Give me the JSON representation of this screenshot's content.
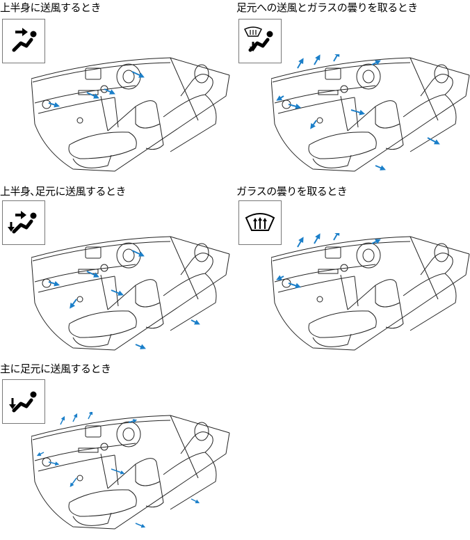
{
  "panels": [
    {
      "title": "上半身に送風するとき",
      "icon": "face-vent-mode-icon"
    },
    {
      "title": "足元への送風とガラスの曇りを取るとき",
      "icon": "floor-defrost-mode-icon"
    },
    {
      "title": "上半身､足元に送風するとき",
      "icon": "bi-level-mode-icon"
    },
    {
      "title": "ガラスの曇りを取るとき",
      "icon": "defrost-mode-icon"
    },
    {
      "title": "主に足元に送風するとき",
      "icon": "floor-mode-icon"
    }
  ],
  "colors": {
    "airflow": "#1b7fc9",
    "line": "#222222",
    "border": "#777777"
  }
}
